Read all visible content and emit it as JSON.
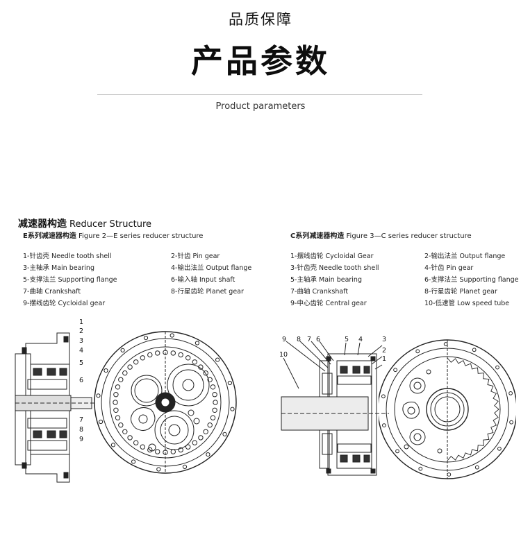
{
  "header": {
    "top_label": "品质保障",
    "title": "产品参数",
    "subtitle": "Product parameters"
  },
  "structure": {
    "title_cn": "减速器构造",
    "title_en": "Reducer Structure"
  },
  "e_series": {
    "label_cn": "E系列减速器构造",
    "label_en": "Figure 2—E series reducer structure",
    "parts": [
      "1-针齿壳 Needle tooth shell",
      "2-针齿 Pin gear",
      "3-主轴承 Main bearing",
      "4-输出法兰 Output flange",
      "5-支撑法兰 Supporting flange",
      "6-输入轴 Input shaft",
      "7-曲轴 Crankshaft",
      "8-行星齿轮 Planet gear",
      "9-摆线齿轮 Cycloidal gear"
    ],
    "callouts": [
      "1",
      "2",
      "3",
      "4",
      "5",
      "6",
      "7",
      "8",
      "9"
    ]
  },
  "c_series": {
    "label_cn": "C系列减速器构造",
    "label_en": "Figure 3—C series reducer structure",
    "parts": [
      "1-摆线齿轮 Cycloidal Gear",
      "2-输出法兰 Output flange",
      "3-针齿壳 Needle tooth shell",
      "4-针齿 Pin gear",
      "5-主轴承 Main bearing",
      "6-支撑法兰 Supporting flange",
      "7-曲轴 Crankshaft",
      "8-行星齿轮 Planet gear",
      "9-中心齿轮 Central gear",
      "10-低速管 Low speed tube"
    ],
    "callouts": [
      "9",
      "8",
      "7",
      "6",
      "5",
      "4",
      "3",
      "2",
      "1",
      "10"
    ]
  }
}
